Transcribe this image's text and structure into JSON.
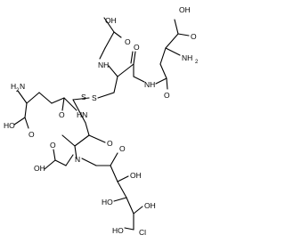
{
  "molecule": {
    "atoms": {
      "oh_top_left": "OH",
      "o_top_left": "O",
      "nh_top_left": "NH",
      "o_amide_top": "O",
      "oh_top_right": "OH",
      "o_top_right": "O",
      "nh2_top_right": "NH",
      "h2_top_right": "2",
      "nh_amide_top_right": "NH",
      "o_amide_right": "O",
      "s_1": "S",
      "s_2": "S",
      "h2n_left": "H",
      "n_2_left": "2",
      "n_left_amine": "N",
      "o_left_acid": "O",
      "oh_left_acid": "HO",
      "o_left_amide": "O",
      "nh_left_amide": "HN",
      "o_mid_amide": "O",
      "n_center": "N",
      "oh_bottom_left": "OH",
      "o_bottom_left": "O",
      "o_ketone": "O",
      "oh_chain_1": "OH",
      "oh_chain_2": "HO",
      "oh_chain_3": "OH",
      "oh_chain_4": "HO",
      "cl": "Cl"
    }
  }
}
